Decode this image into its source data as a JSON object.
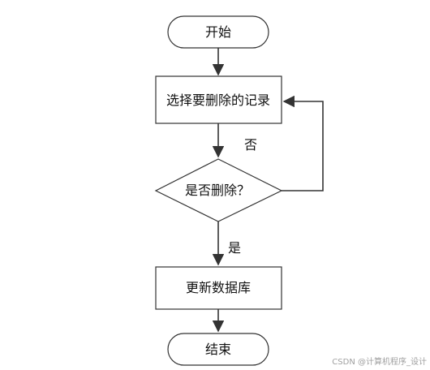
{
  "nodes": {
    "start": "开始",
    "select": "选择要删除的记录",
    "decision": "是否删除？",
    "update": "更新数据库",
    "end": "结束"
  },
  "edges": {
    "no": "否",
    "yes": "是"
  },
  "watermark": "CSDN @计算机程序_设计",
  "colors": {
    "stroke": "#333333",
    "text": "#111111"
  }
}
